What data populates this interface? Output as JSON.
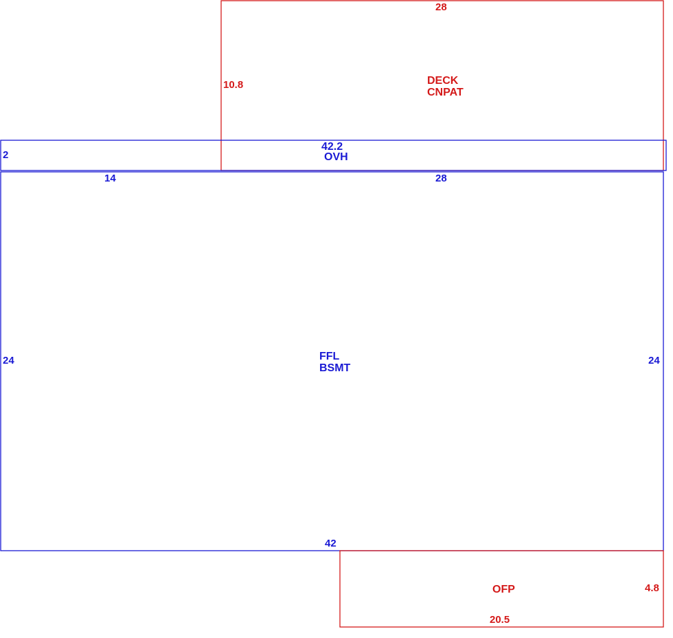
{
  "colors": {
    "primary": "#1a1ad4",
    "secondary": "#d41a1a"
  },
  "areas": [
    {
      "id": "ffl",
      "lines": [
        "FFL",
        "BSMT"
      ],
      "color": "primary"
    },
    {
      "id": "deck",
      "lines": [
        "DECK",
        "CNPAT"
      ],
      "color": "secondary"
    },
    {
      "id": "ovh",
      "lines": [
        "42.2",
        "OVH"
      ],
      "color": "primary"
    },
    {
      "id": "ofp",
      "lines": [
        "OFP"
      ],
      "color": "secondary"
    }
  ],
  "dimensions": {
    "ffl_top_left": "14",
    "ffl_top_right": "28",
    "ffl_left": "24",
    "ffl_right": "24",
    "ffl_bottom": "42",
    "ovh_left": "2",
    "deck_top": "28",
    "deck_left": "10.8",
    "ofp_right": "4.8",
    "ofp_bottom": "20.5"
  }
}
